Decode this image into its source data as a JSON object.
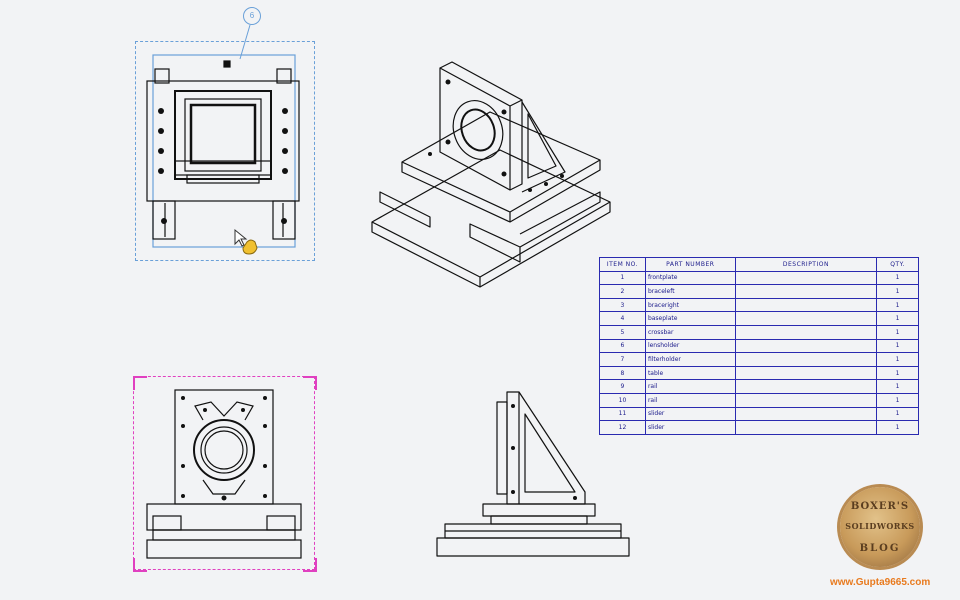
{
  "balloon": {
    "number": "6"
  },
  "bom": {
    "headers": [
      "ITEM NO.",
      "PART NUMBER",
      "DESCRIPTION",
      "QTY."
    ],
    "rows": [
      {
        "item": "1",
        "part": "frontplate",
        "description": "",
        "qty": "1"
      },
      {
        "item": "2",
        "part": "braceleft",
        "description": "",
        "qty": "1"
      },
      {
        "item": "3",
        "part": "braceright",
        "description": "",
        "qty": "1"
      },
      {
        "item": "4",
        "part": "baseplate",
        "description": "",
        "qty": "1"
      },
      {
        "item": "5",
        "part": "crossbar",
        "description": "",
        "qty": "1"
      },
      {
        "item": "6",
        "part": "lensholder",
        "description": "",
        "qty": "1"
      },
      {
        "item": "7",
        "part": "filterholder",
        "description": "",
        "qty": "1"
      },
      {
        "item": "8",
        "part": "table",
        "description": "",
        "qty": "1"
      },
      {
        "item": "9",
        "part": "rail",
        "description": "",
        "qty": "1"
      },
      {
        "item": "10",
        "part": "rail",
        "description": "",
        "qty": "1"
      },
      {
        "item": "11",
        "part": "slider",
        "description": "",
        "qty": "1"
      },
      {
        "item": "12",
        "part": "slider",
        "description": "",
        "qty": "1"
      }
    ]
  },
  "logo": {
    "top": "BOXER'S",
    "middle": "SOLIDWORKS",
    "bottom": "BLOG"
  },
  "website": "www.Gupta9665.com",
  "colors": {
    "background": "#f2f3f5",
    "table_line": "#2a2ab0",
    "selection_blue": "#6aa0d8",
    "selection_magenta": "#e040c0",
    "website": "#e87a1e"
  },
  "icons": {
    "cursor": "pointer-arrow-with-hand-icon"
  }
}
